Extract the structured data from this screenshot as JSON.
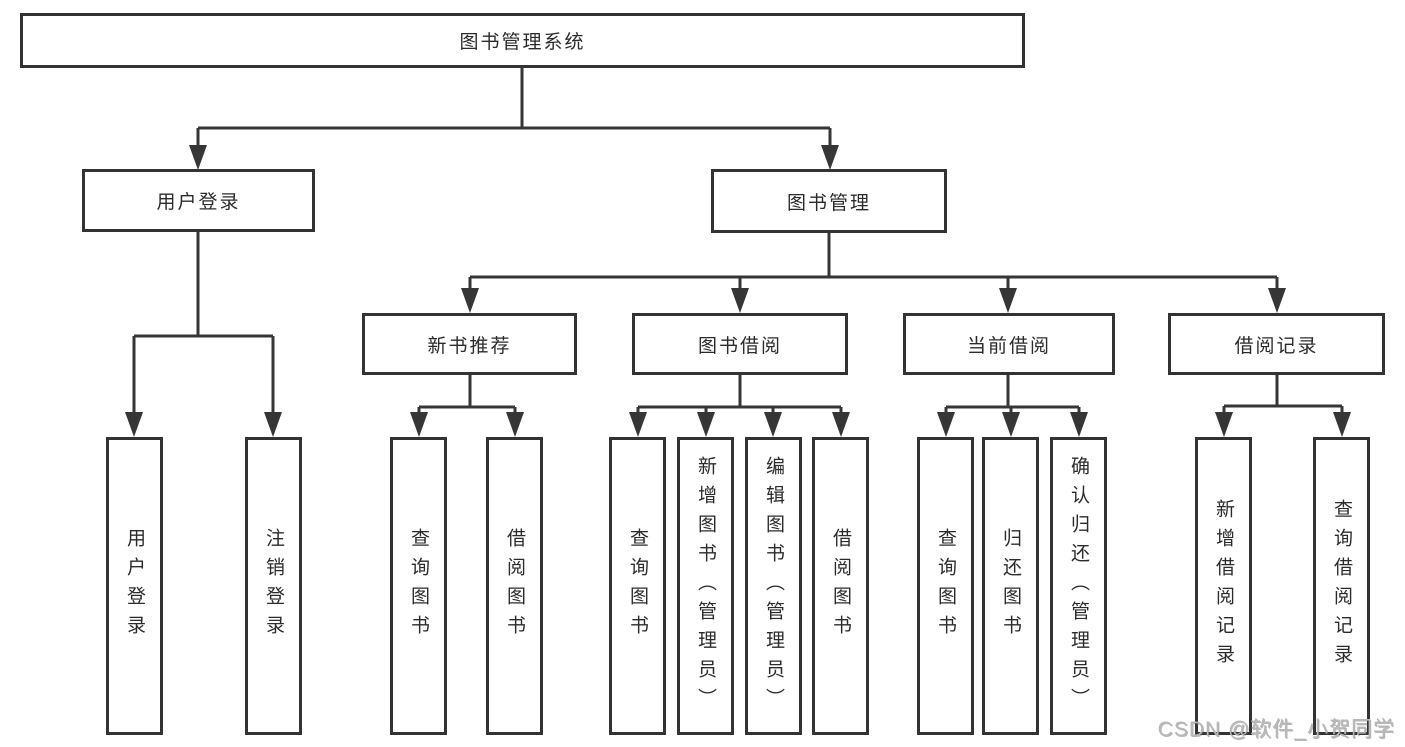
{
  "diagram_title": "图书管理系统",
  "tree": {
    "label": "图书管理系统",
    "children": [
      {
        "label": "用户登录",
        "children": [
          {
            "label": "用户登录"
          },
          {
            "label": "注销登录"
          }
        ]
      },
      {
        "label": "图书管理",
        "children": [
          {
            "label": "新书推荐",
            "children": [
              {
                "label": "查询图书"
              },
              {
                "label": "借阅图书"
              }
            ]
          },
          {
            "label": "图书借阅",
            "children": [
              {
                "label": "查询图书"
              },
              {
                "label": "新增图书（管理员）"
              },
              {
                "label": "编辑图书（管理员）"
              },
              {
                "label": "借阅图书"
              }
            ]
          },
          {
            "label": "当前借阅",
            "children": [
              {
                "label": "查询图书"
              },
              {
                "label": "归还图书"
              },
              {
                "label": "确认归还（管理员）"
              }
            ]
          },
          {
            "label": "借阅记录",
            "children": [
              {
                "label": "新增借阅记录"
              },
              {
                "label": "查询借阅记录"
              }
            ]
          }
        ]
      }
    ]
  },
  "watermark": "CSDN @软件_小贺同学",
  "colors": {
    "line": "#363636",
    "border": "#333333",
    "text": "#2b2b2b",
    "watermark": "#b8b8b8",
    "background": "#ffffff"
  }
}
